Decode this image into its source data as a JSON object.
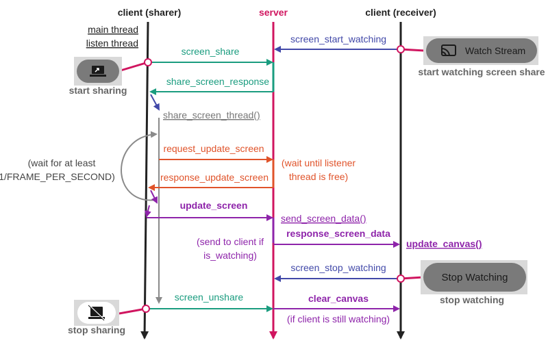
{
  "colors": {
    "teal": "#1a9c7f",
    "blue": "#4148a8",
    "orange": "#e0532a",
    "purple": "#8e24aa",
    "gray": "#8a8a8a",
    "magenta": "#d0155f",
    "dark": "#222222"
  },
  "lifelines": {
    "sharer": "client (sharer)",
    "server": "server",
    "receiver": "client (receiver)"
  },
  "legend": {
    "main_thread": "main thread",
    "listen_thread": "listen thread"
  },
  "messages": {
    "screen_start_watching": "screen_start_watching",
    "screen_share": "screen_share",
    "share_screen_response": "share_screen_response",
    "share_screen_thread": "share_screen_thread()",
    "request_update_screen": "request_update_screen",
    "response_update_screen": "response_update_screen",
    "update_screen": "update_screen",
    "send_screen_data": "send_screen_data()",
    "response_screen_data": "response_screen_data",
    "update_canvas": "update_canvas()",
    "screen_stop_watching": "screen_stop_watching",
    "screen_unshare": "screen_unshare",
    "clear_canvas": "clear_canvas"
  },
  "notes": {
    "wait_line1": "(wait for at least",
    "wait_line2": "1/FRAME_PER_SECOND)",
    "listener_line1": "(wait until listener",
    "listener_line2": "thread is free)",
    "send_line1": "(send to client if",
    "send_line2": "is_watching)",
    "still_watching": "(if client is still watching)"
  },
  "buttons": {
    "watch_stream": "Watch Stream",
    "stop_watching": "Stop Watching",
    "watch_stream_icon": "cast-icon",
    "start_sharing_icon": "share-screen-icon",
    "stop_sharing_icon": "stop-share-icon"
  },
  "captions": {
    "start_watching": "start watching screen share",
    "start_sharing": "start sharing",
    "stop_watching": "stop watching",
    "stop_sharing": "stop sharing"
  }
}
